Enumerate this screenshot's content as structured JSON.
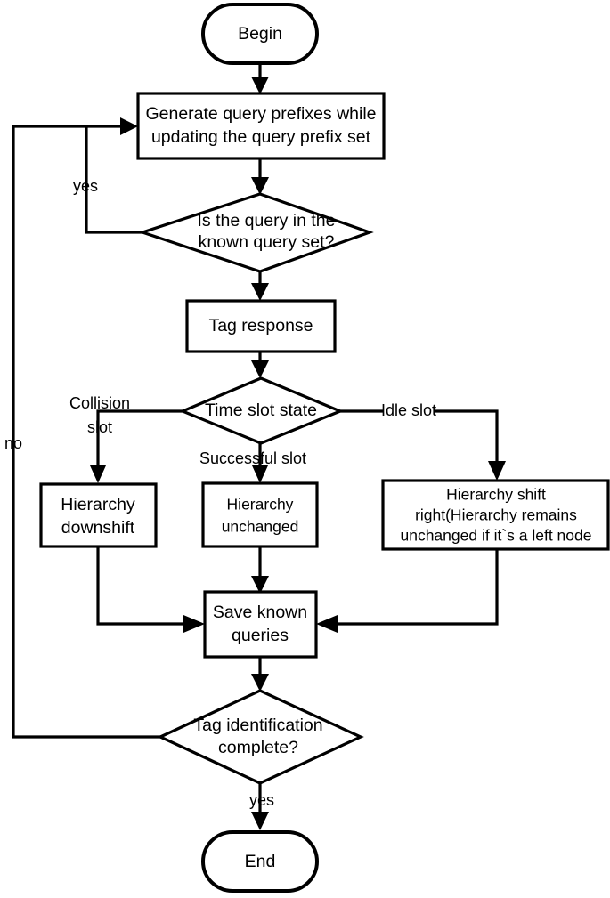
{
  "diagram": {
    "title": "Tag identification flowchart",
    "background_color": "#ffffff",
    "line_color": "#000000",
    "shape_fill": "#ffffff"
  },
  "nodes": {
    "begin": {
      "label": "Begin",
      "shape": "terminator"
    },
    "generate_prefixes": {
      "line1": "Generate query prefixes while",
      "line2": "updating the query prefix set",
      "shape": "process"
    },
    "known_query_decision": {
      "line1": "Is the query in the",
      "line2": "known query set?",
      "shape": "decision"
    },
    "tag_response": {
      "label": "Tag response",
      "shape": "process"
    },
    "time_slot_state": {
      "label": "Time slot state",
      "shape": "decision"
    },
    "hierarchy_downshift": {
      "line1": "Hierarchy",
      "line2": "downshift",
      "shape": "process"
    },
    "hierarchy_unchanged": {
      "line1": "Hierarchy",
      "line2": "unchanged",
      "shape": "process"
    },
    "hierarchy_shift_right": {
      "line1": "Hierarchy shift",
      "line2": "right(Hierarchy remains",
      "line3": "unchanged if it`s a left node",
      "shape": "process"
    },
    "save_known_queries": {
      "line1": "Save known",
      "line2": "queries",
      "shape": "process"
    },
    "tag_identification_decision": {
      "line1": "Tag identification",
      "line2": "complete?",
      "shape": "decision"
    },
    "end": {
      "label": "End",
      "shape": "terminator"
    }
  },
  "edge_labels": {
    "yes_loop": "yes",
    "no_loop": "no",
    "collision_slot_line1": "Collision",
    "collision_slot_line2": "slot",
    "successful_slot": "Successful slot",
    "idle_slot": "Idle slot",
    "yes_end": "yes"
  }
}
